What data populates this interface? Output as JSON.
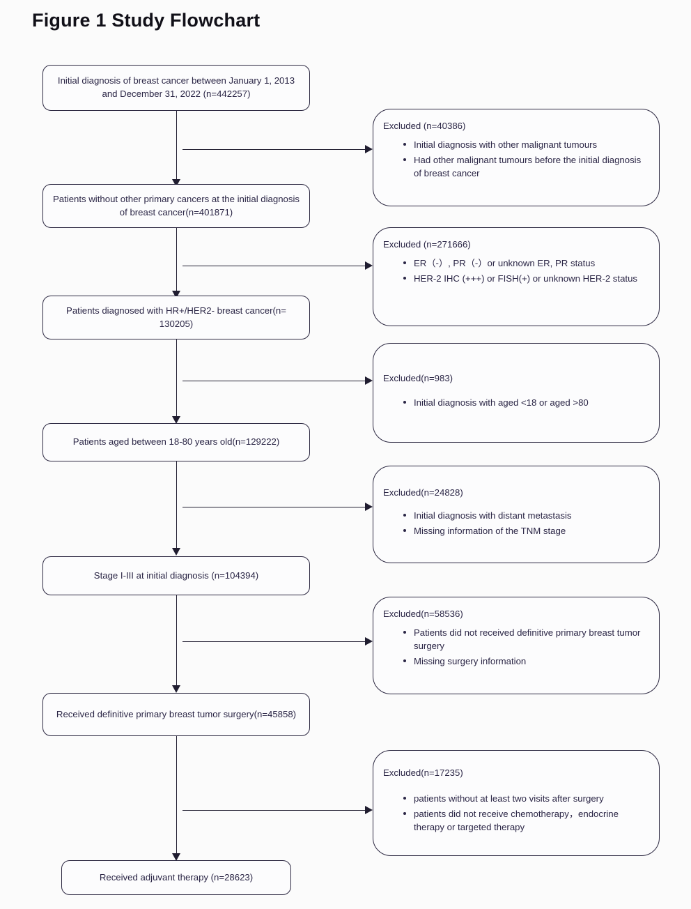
{
  "figure": {
    "title": "Figure 1 Study Flowchart"
  },
  "flow": {
    "nodes": [
      {
        "id": "initial-diagnosis",
        "name": "node-initial-diagnosis",
        "text": "Initial diagnosis of breast cancer between January 1, 2013 and December 31, 2022  (n=442257)",
        "n": 442257
      },
      {
        "id": "no-other-primary",
        "name": "node-no-other-primary-cancers",
        "text": "Patients without other primary cancers  at the initial diagnosis of breast cancer(n=401871)",
        "n": 401871
      },
      {
        "id": "hr-her2",
        "name": "node-hr-positive-her2-negative",
        "text": "Patients diagnosed with HR+/HER2- breast cancer(n= 130205)",
        "n": 130205
      },
      {
        "id": "age-range",
        "name": "node-age-18-80",
        "text": "Patients aged between 18-80 years old(n=129222)",
        "n": 129222
      },
      {
        "id": "stage",
        "name": "node-stage-i-iii",
        "text": "Stage I-III at initial diagnosis (n=104394)",
        "n": 104394
      },
      {
        "id": "surgery",
        "name": "node-received-surgery",
        "text": "Received definitive primary breast tumor surgery(n=45858)",
        "n": 45858
      },
      {
        "id": "adjuvant",
        "name": "node-received-adjuvant-therapy",
        "text": "Received adjuvant therapy  (n=28623)",
        "n": 28623
      }
    ],
    "excluded": [
      {
        "id": "ex1",
        "name": "excluded-other-malignant-tumours",
        "header": "Excluded (n=40386)",
        "n": 40386,
        "reasons": [
          "Initial diagnosis with other malignant tumours",
          "Had other malignant tumours before the initial diagnosis of breast cancer"
        ]
      },
      {
        "id": "ex2",
        "name": "excluded-receptor-status",
        "header": "Excluded (n=271666)",
        "n": 271666,
        "reasons": [
          "ER（-）, PR（-）or unknown ER, PR status",
          "HER-2 IHC (+++) or FISH(+) or unknown HER-2 status"
        ]
      },
      {
        "id": "ex3",
        "name": "excluded-age",
        "header": "Excluded(n=983)",
        "n": 983,
        "reasons": [
          "Initial diagnosis with aged <18 or aged >80"
        ]
      },
      {
        "id": "ex4",
        "name": "excluded-metastasis-tnm",
        "header": "Excluded(n=24828)",
        "n": 24828,
        "reasons": [
          "Initial diagnosis with distant metastasis",
          "Missing information of the TNM stage"
        ]
      },
      {
        "id": "ex5",
        "name": "excluded-surgery",
        "header": "Excluded(n=58536)",
        "n": 58536,
        "reasons": [
          "Patients did not received definitive primary breast tumor surgery",
          "Missing surgery information"
        ]
      },
      {
        "id": "ex6",
        "name": "excluded-follow-up-therapy",
        "header": "Excluded(n=17235)",
        "n": 17235,
        "reasons": [
          "patients without at least two visits after surgery",
          "patients did not receive chemotherapy，endocrine therapy or targeted therapy"
        ]
      }
    ]
  },
  "style": {
    "border_color": "#2b2740",
    "text_color": "#2a2545",
    "line_color": "#201d30",
    "box_fill": "#fcfcfd",
    "page_background": "#fbfbfb",
    "title_color": "#111018"
  }
}
